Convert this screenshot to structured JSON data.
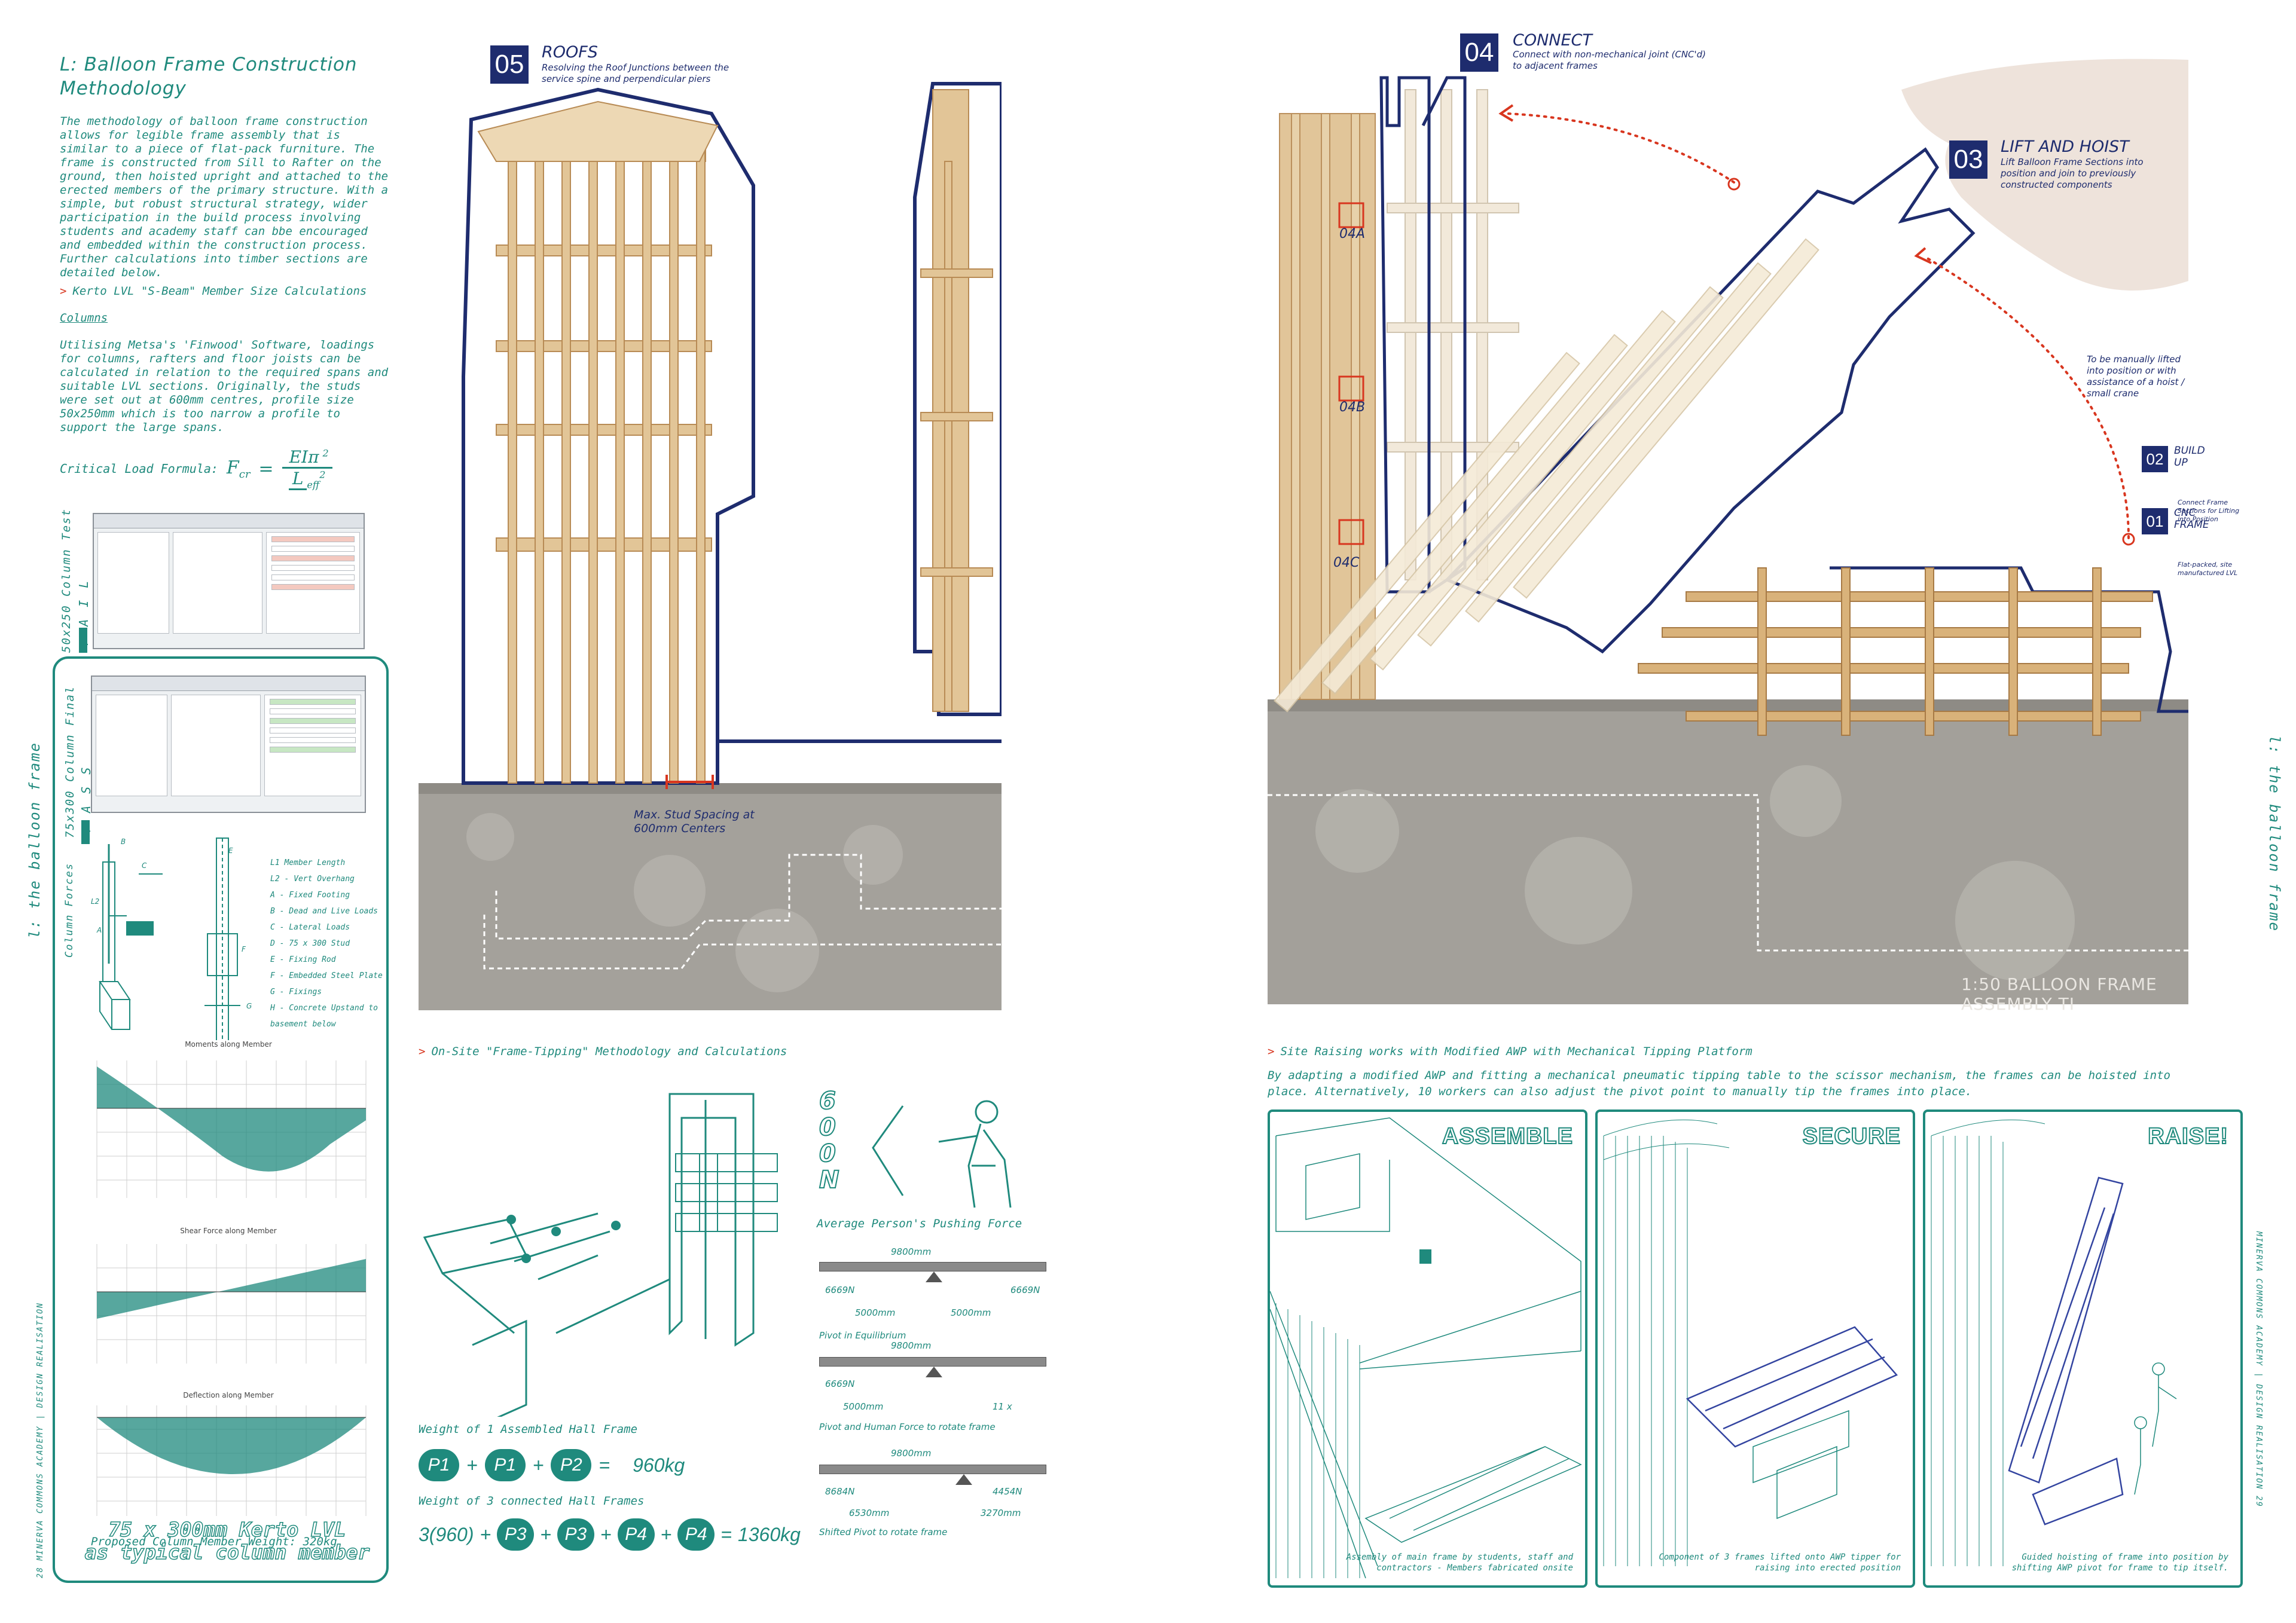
{
  "left": {
    "title_line1": "L: Balloon Frame Construction",
    "title_line2": "Methodology",
    "intro": "The methodology of balloon frame construction allows for legible frame assembly that is similar to a piece of flat-pack furniture. The frame is constructed from Sill to Rafter on the ground, then hoisted upright and attached to the erected members of the primary structure. With a simple, but robust structural strategy, wider participation in the build process involving students and academy staff can bbe encouraged and embedded within the construction process. Further calculations into timber sections are detailed below.",
    "kerto_heading": "Kerto LVL \"S-Beam\" Member Size Calculations",
    "columns_heading": "Columns",
    "columns_body": "Utilising Metsa's 'Finwood' Software, loadings for columns, rafters and floor joists can be calculated in relation to the required spans and suitable LVL sections. Originally, the studs were set out at 600mm centres, profile size 50x250mm which is too narrow a profile to support the large spans.",
    "formula_label": "Critical Load Formula:",
    "formula_lhs": "F",
    "formula_lhs_sub": "cr",
    "formula_num": "EIπ",
    "formula_num_sup": "2",
    "formula_den": "L",
    "formula_den_sub": "eff",
    "formula_den_sup": "2",
    "fail_label": "50x250 Column Test",
    "fail_word": "F A I L",
    "pass_label": "75x300 Column Final",
    "pass_word": "P A S S",
    "forces_label": "Column Forces",
    "legend": [
      "L1 Member Length",
      "L2 - Vert Overhang",
      "A - Fixed Footing",
      "B - Dead and Live Loads",
      "C - Lateral Loads",
      "D - 75 x 300 Stud",
      "E - Fixing Rod",
      "F - Embedded Steel Plate",
      "G - Fixings",
      "H - Concrete Upstand to basement below"
    ],
    "chart1_title": "Moments along Member",
    "chart2_title": "Shear Force along Member",
    "chart3_title": "Deflection along Member",
    "weight_line": "Proposed Column Member Weight:  320kg",
    "final_line1": "75 x 300mm Kerto LVL",
    "final_line2": "as typical column member",
    "side_title": "l: the balloon frame",
    "footer_left": "28 MINERVA COMMONS ACADEMY | DESIGN REALISATION"
  },
  "photo_left": {
    "step_no": "05",
    "step_title": "ROOFS",
    "step_desc": "Resolving the Roof Junctions between the service spine and perpendicular piers",
    "annotation": "Max. Stud Spacing at 600mm Centers"
  },
  "photo_right": {
    "s04_no": "04",
    "s04_title": "CONNECT",
    "s04_desc": "Connect with non-mechanical joint (CNC'd) to adjacent frames",
    "s03_no": "03",
    "s03_title": "LIFT AND HOIST",
    "s03_desc": "Lift Balloon Frame Sections into position and join to previously constructed components",
    "hoist_note": "To be manually lifted into position or with assistance of a hoist / small crane",
    "s02_no": "02",
    "s02_title": "BUILD UP",
    "s02_desc": "Connect Frame Sections for Lifting into Position",
    "s01_no": "01",
    "s01_title": "CNC FRAME",
    "s01_desc": "Flat-packed, site manufactured LVL",
    "joints": [
      "04A",
      "04B",
      "04C"
    ],
    "stamp": "1:50 BALLOON FRAME ASSEMBLY TI",
    "side_title": "l: the balloon frame",
    "footer_right": "MINERVA COMMONS ACADEMY | DESIGN REALISATION 29"
  },
  "tipping": {
    "heading": "On-Site \"Frame-Tipping\" Methodology and Calculations",
    "force_value": "6 0 0 N",
    "push_label": "Average Person's Pushing Force",
    "beam_span": "9800mm",
    "beam1_left": "6669N",
    "beam1_right": "6669N",
    "beam1_a": "5000mm",
    "beam1_b": "5000mm",
    "beam1_caption": "Pivot in Equilibrium",
    "beam2_left": "6669N",
    "beam2_a": "5000mm",
    "beam2_n": "11 x",
    "beam2_caption": "Pivot and Human Force to rotate frame",
    "beam3_left": "8684N",
    "beam3_right": "4454N",
    "beam3_a": "6530mm",
    "beam3_b": "3270mm",
    "beam3_caption": "Shifted Pivot to rotate frame",
    "w1_label": "Weight of 1 Assembled Hall Frame",
    "w1_p1": "P1",
    "w1_p2": "P2",
    "w1_result": "960kg",
    "w3_label": "Weight of 3 connected Hall Frames",
    "w3_prefix": "3(960)",
    "w3_p3": "P3",
    "w3_p4": "P4",
    "w3_result": "1360kg"
  },
  "site": {
    "heading": "Site Raising works with Modified AWP with Mechanical Tipping Platform",
    "desc": "By adapting a modified AWP and fitting a mechanical pneumatic tipping table to the scissor mechanism, the frames can be hoisted into place. Alternatively, 10 workers can also adjust the pivot point to manually tip the frames into place.",
    "panels": [
      {
        "word": "ASSEMBLE",
        "caption": "Assembly of main frame by students, staff and contractors - Members fabricated onsite"
      },
      {
        "word": "SECURE",
        "caption": "Component of 3 frames lifted onto AWP tipper for raising into erected position"
      },
      {
        "word": "RAISE!",
        "caption": "Guided hoisting of frame into position by shifting AWP pivot for frame to tip itself."
      }
    ]
  },
  "colors": {
    "teal": "#1f8a7d",
    "navy": "#1e2c6e",
    "red": "#d8361f"
  }
}
